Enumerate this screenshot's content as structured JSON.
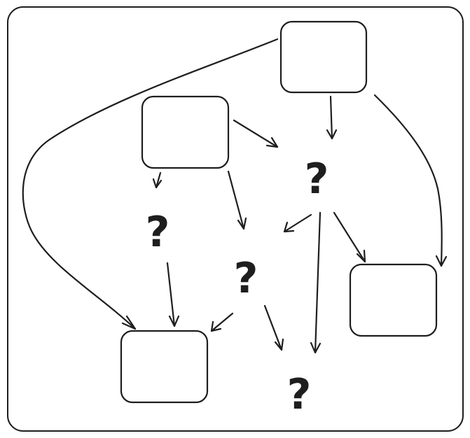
{
  "diagram": {
    "stroke_color": "#1e1e1e",
    "background": "#ffffff",
    "question_mark": "?",
    "boxes": [
      {
        "id": "box-top-right",
        "label": ""
      },
      {
        "id": "box-top-middle",
        "label": ""
      },
      {
        "id": "box-bottom-left",
        "label": ""
      },
      {
        "id": "box-middle-right",
        "label": ""
      }
    ],
    "unknown_nodes": [
      {
        "id": "unknown-center-top"
      },
      {
        "id": "unknown-left"
      },
      {
        "id": "unknown-center"
      },
      {
        "id": "unknown-bottom"
      }
    ],
    "connections": [
      {
        "from": "box-top-right",
        "to": "box-bottom-left"
      },
      {
        "from": "box-top-right",
        "to": "unknown-center-top"
      },
      {
        "from": "box-top-right",
        "to": "box-middle-right"
      },
      {
        "from": "box-top-middle",
        "to": "unknown-center-top"
      },
      {
        "from": "box-top-middle",
        "to": "unknown-left"
      },
      {
        "from": "box-top-middle",
        "to": "unknown-center"
      },
      {
        "from": "unknown-center-top",
        "to": "unknown-center"
      },
      {
        "from": "unknown-center-top",
        "to": "box-middle-right"
      },
      {
        "from": "unknown-center-top",
        "to": "unknown-bottom"
      },
      {
        "from": "unknown-left",
        "to": "box-bottom-left"
      },
      {
        "from": "unknown-center",
        "to": "box-bottom-left"
      },
      {
        "from": "unknown-center",
        "to": "unknown-bottom"
      }
    ]
  }
}
